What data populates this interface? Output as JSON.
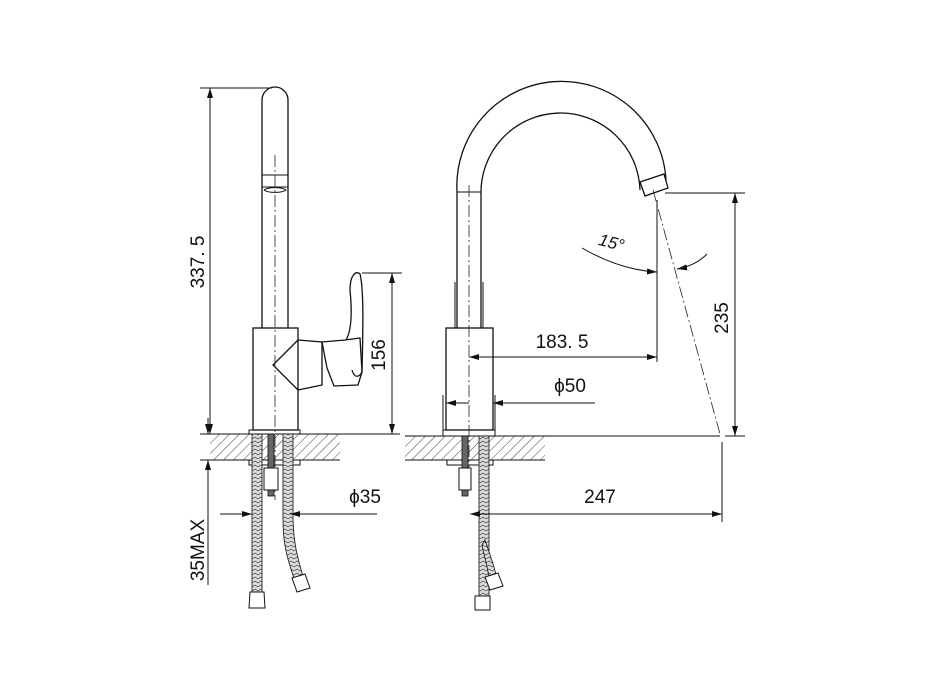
{
  "dimensions": {
    "total_height": "337. 5",
    "handle_height": "156",
    "hole_diameter": "ϕ35",
    "max_counter_thickness": "35MAX",
    "spout_reach": "183. 5",
    "body_diameter": "ϕ50",
    "spout_outlet_height": "235",
    "spray_angle": "15°",
    "spray_reach": "247"
  },
  "colors": {
    "line": "#111111",
    "background": "#ffffff"
  }
}
